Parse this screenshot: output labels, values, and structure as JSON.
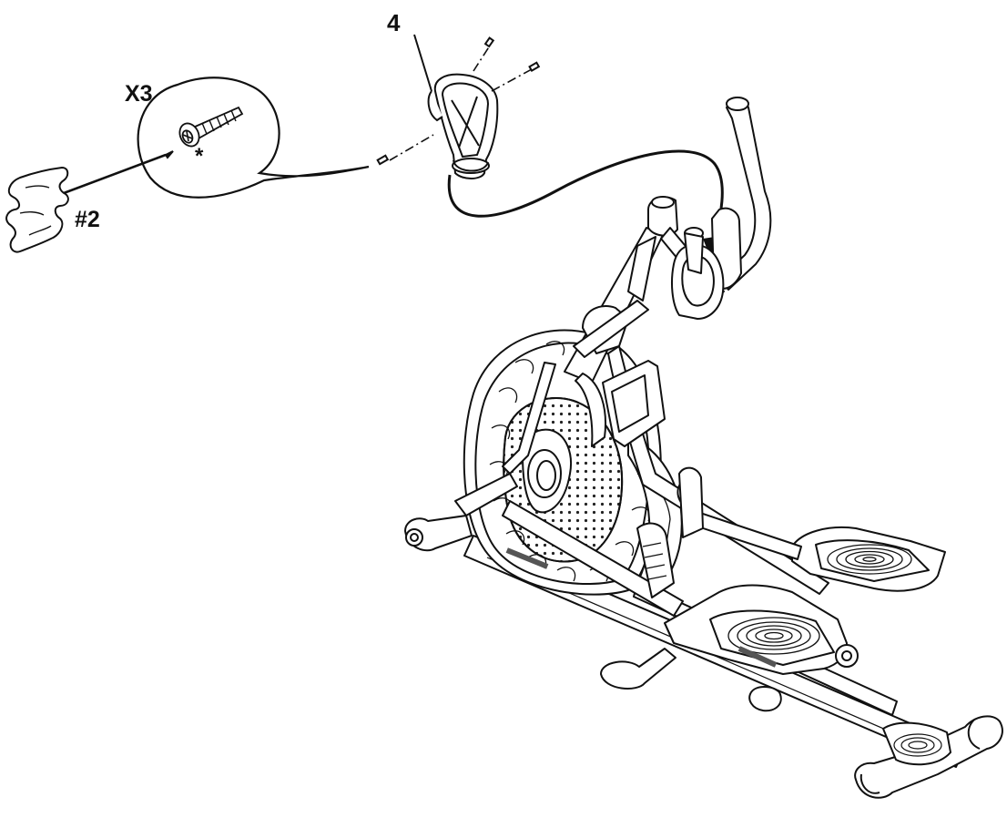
{
  "diagram": {
    "labels": {
      "part_number": "4",
      "quantity": "X3",
      "tool": "#2",
      "screw_note": "*"
    },
    "colors": {
      "line": "#111111",
      "fill": "#ffffff",
      "shade": "#555555"
    },
    "icons": [
      "phillips-screwdriver-icon",
      "screw-icon",
      "water-bottle-holder-icon",
      "elliptical-trainer-icon"
    ]
  }
}
